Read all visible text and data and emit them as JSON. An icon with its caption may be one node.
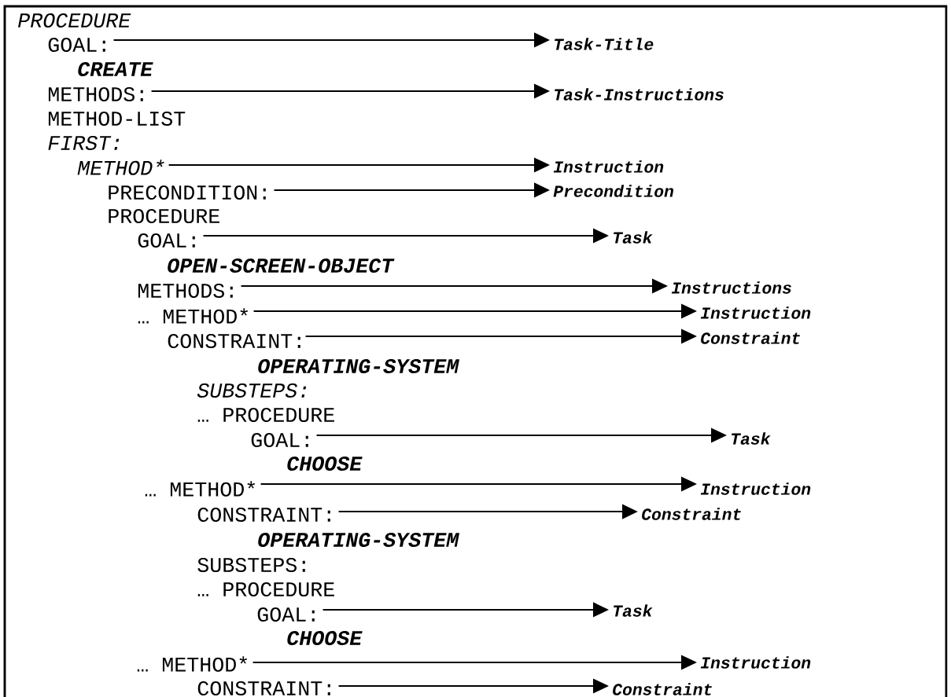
{
  "diagram": {
    "nodes": [
      {
        "text": [
          "GOAL:"
        ]
      },
      {
        "text": [
          "Task-Title"
        ]
      },
      {
        "text": [
          "METHODS:"
        ]
      },
      {
        "text": [
          "Task-Instructions"
        ]
      },
      {
        "text": [
          "METHOD*"
        ]
      },
      {
        "text": [
          "Instruction"
        ]
      },
      {
        "text": [
          "PRECONDITION:"
        ]
      },
      {
        "text": [
          "Precondition"
        ]
      },
      {
        "text": [
          "GOAL:"
        ]
      },
      {
        "text": [
          "Task"
        ]
      },
      {
        "text": [
          "METHODS:"
        ]
      },
      {
        "text": [
          "Instructions"
        ]
      },
      {
        "text": [
          "… METHOD*"
        ]
      },
      {
        "text": [
          "Instruction"
        ]
      },
      {
        "text": [
          "CONSTRAINT:"
        ]
      },
      {
        "text": [
          "Constraint"
        ]
      },
      {
        "text": [
          "GOAL:"
        ]
      },
      {
        "text": [
          "Task"
        ]
      },
      {
        "text": [
          "… METHOD*"
        ]
      },
      {
        "text": [
          "Instruction"
        ]
      },
      {
        "text": [
          "CONSTRAINT:"
        ]
      },
      {
        "text": [
          "Constraint"
        ]
      },
      {
        "text": [
          "GOAL:"
        ]
      },
      {
        "text": [
          "Task"
        ]
      },
      {
        "text": [
          "… METHOD*"
        ]
      },
      {
        "text": [
          "Instruction"
        ]
      },
      {
        "text": [
          "CONSTRAINT:"
        ]
      },
      {
        "text": [
          "Constraint"
        ]
      }
    ],
    "edges": [
      {
        "from": 0,
        "to": 1,
        "arrow": "to"
      },
      {
        "from": 2,
        "to": 3,
        "arrow": "to"
      },
      {
        "from": 4,
        "to": 5,
        "arrow": "to"
      },
      {
        "from": 6,
        "to": 7,
        "arrow": "to"
      },
      {
        "from": 8,
        "to": 9,
        "arrow": "to"
      },
      {
        "from": 10,
        "to": 11,
        "arrow": "to"
      },
      {
        "from": 12,
        "to": 13,
        "arrow": "to"
      },
      {
        "from": 14,
        "to": 15,
        "arrow": "to"
      },
      {
        "from": 16,
        "to": 17,
        "arrow": "to"
      },
      {
        "from": 18,
        "to": 19,
        "arrow": "to"
      },
      {
        "from": 20,
        "to": 21,
        "arrow": "to"
      },
      {
        "from": 22,
        "to": 23,
        "arrow": "to"
      },
      {
        "from": 24,
        "to": 25,
        "arrow": "to"
      },
      {
        "from": 26,
        "to": 27,
        "arrow": "to"
      }
    ],
    "labels": [
      "PROCEDURE",
      "CREATE",
      "METHOD-LIST",
      "FIRST:",
      "PROCEDURE",
      "OPEN-SCREEN-OBJECT",
      "OPERATING-SYSTEM",
      "SUBSTEPS:",
      "… PROCEDURE",
      "CHOOSE",
      "OPERATING-SYSTEM",
      "SUBSTEPS:",
      "… PROCEDURE",
      "CHOOSE"
    ]
  }
}
